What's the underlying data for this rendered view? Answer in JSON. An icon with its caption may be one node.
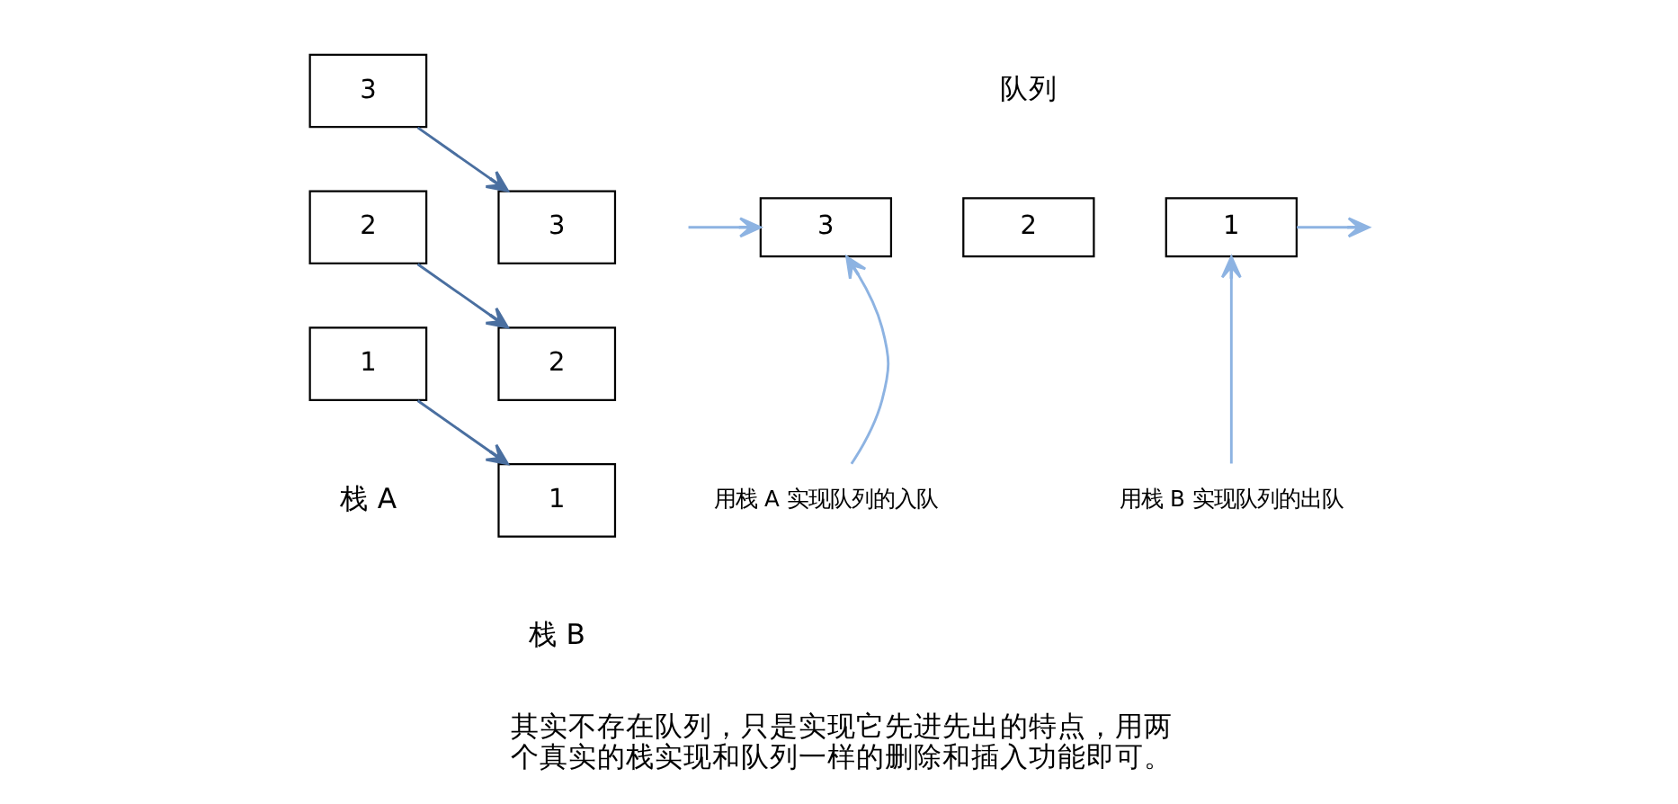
{
  "diagram": {
    "caption": "其实不存在队列，只是实现它先进先出的特点，用两个真实的栈实现和队列一样的删除和插入功能即可。",
    "nodes": [
      {
        "text": [
          "3"
        ]
      },
      {
        "text": [
          "2"
        ]
      },
      {
        "text": [
          "1"
        ]
      },
      {
        "text": [
          "3"
        ]
      },
      {
        "text": [
          "2"
        ]
      },
      {
        "text": [
          "1"
        ]
      },
      {
        "text": [
          "3"
        ]
      },
      {
        "text": [
          "2"
        ]
      },
      {
        "text": [
          "1"
        ]
      },
      {
        "text": [
          "用栈 A 实现队列的入队"
        ]
      },
      {
        "text": [
          "用栈 B 实现队列的出队"
        ]
      }
    ],
    "edges": [
      {
        "from": 2,
        "to": 5,
        "arrow": "to",
        "color": "#4a6fa0"
      },
      {
        "from": 1,
        "to": 4,
        "arrow": "to",
        "color": "#4a6fa0"
      },
      {
        "from": 0,
        "to": 3,
        "arrow": "to",
        "color": "#4a6fa0"
      },
      {
        "from": null,
        "to": 6,
        "arrow": "to"
      },
      {
        "from": 8,
        "to": null,
        "arrow": "to"
      },
      {
        "from": 9,
        "to": 6,
        "arrow": "to"
      },
      {
        "from": 10,
        "to": 8,
        "arrow": "to"
      }
    ],
    "labels": [
      "队列",
      "栈 A",
      "栈 B"
    ]
  }
}
